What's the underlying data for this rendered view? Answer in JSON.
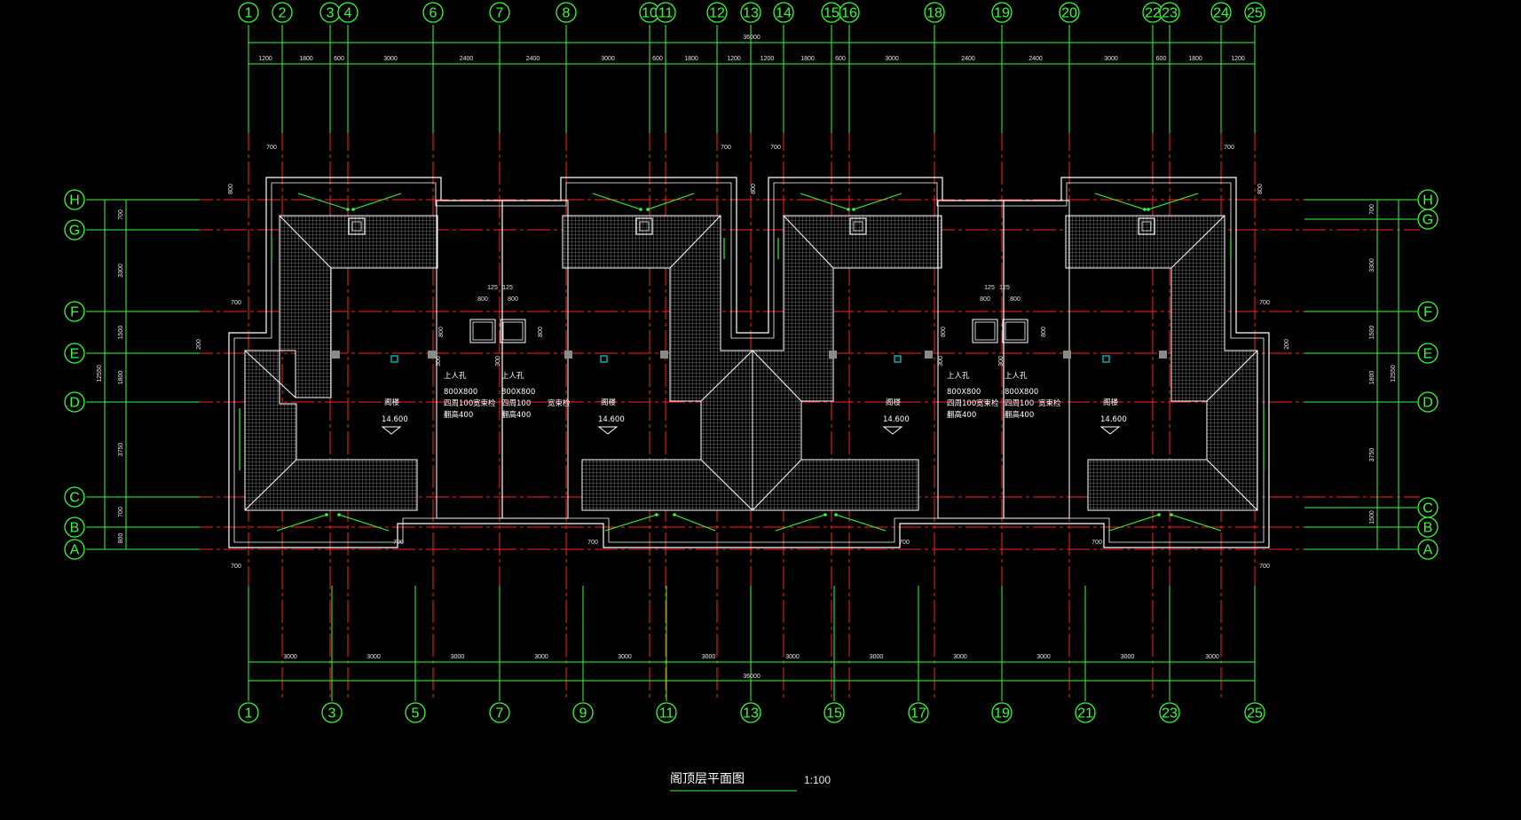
{
  "drawing_title": "阁顶层平面图",
  "scale": "1:100",
  "overall_dimension": "36000",
  "overall_depth_dimension": "12550",
  "top_axes": [
    "1",
    "2",
    "3",
    "4",
    "6",
    "7",
    "8",
    "10",
    "11",
    "12",
    "13",
    "14",
    "15",
    "16",
    "18",
    "19",
    "20",
    "22",
    "23",
    "24",
    "25"
  ],
  "top_segment_dims": [
    "1200",
    "1800",
    "600",
    "3000",
    "2400",
    "2400",
    "3000",
    "600",
    "1800",
    "1200",
    "1200",
    "1800",
    "600",
    "3000",
    "2400",
    "2400",
    "3000",
    "600",
    "1800",
    "1200"
  ],
  "bottom_axes": [
    "1",
    "3",
    "5",
    "7",
    "9",
    "11",
    "13",
    "15",
    "17",
    "19",
    "21",
    "23",
    "25"
  ],
  "bottom_segment_dims": [
    "3000",
    "3000",
    "3000",
    "3000",
    "3000",
    "3000",
    "3000",
    "3000",
    "3000",
    "3000",
    "3000",
    "3000"
  ],
  "left_axes": [
    "H",
    "G",
    "F",
    "E",
    "D",
    "C",
    "B",
    "A"
  ],
  "right_axes": [
    "H",
    "G",
    "F",
    "E",
    "D",
    "C",
    "B",
    "A"
  ],
  "left_segment_dims": [
    "700",
    "3300",
    "1500",
    "1800",
    "3750",
    "700",
    "800"
  ],
  "right_segment_dims": [
    "700",
    "3300",
    "1500",
    "1800",
    "3750",
    "1500"
  ],
  "offset_labels": [
    "700",
    "800",
    "200",
    "125",
    "300"
  ],
  "unit_notes": {
    "hatch_label": "上人孔",
    "hatch_size": "800X800",
    "curb": "四周100",
    "curb_height": "翻高400",
    "vent": "宽束检",
    "attic": "阁楼",
    "elevation": "14.600"
  },
  "colors": {
    "background": "#000000",
    "axis_bubble": "#33ff33",
    "grid_line": "#ff2020",
    "dimension_line": "#33ff33",
    "wall_line": "#ffffff",
    "roof_hatch": "#9a9a9a",
    "slope_arrow": "#33ff33",
    "tank_marker": "#00c8c8"
  }
}
